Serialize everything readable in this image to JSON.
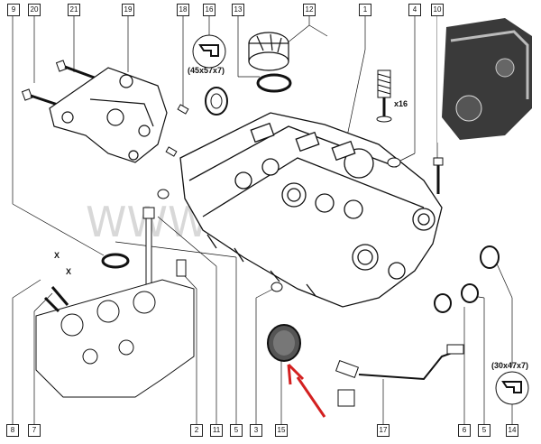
{
  "diagram": {
    "callouts": [
      "9",
      "20",
      "21",
      "19",
      "18",
      "16",
      "13",
      "12",
      "1",
      "4",
      "10",
      "8",
      "7",
      "2",
      "11",
      "5",
      "3",
      "15",
      "17",
      "6",
      "5",
      "14"
    ],
    "seal_size_left": "(45x57x7)",
    "seal_size_right": "(30x47x7)",
    "valve_count": "x16",
    "dimension_marks": [
      "X",
      "X"
    ],
    "arrow_color": "#d32020",
    "watermark": "WWW"
  }
}
